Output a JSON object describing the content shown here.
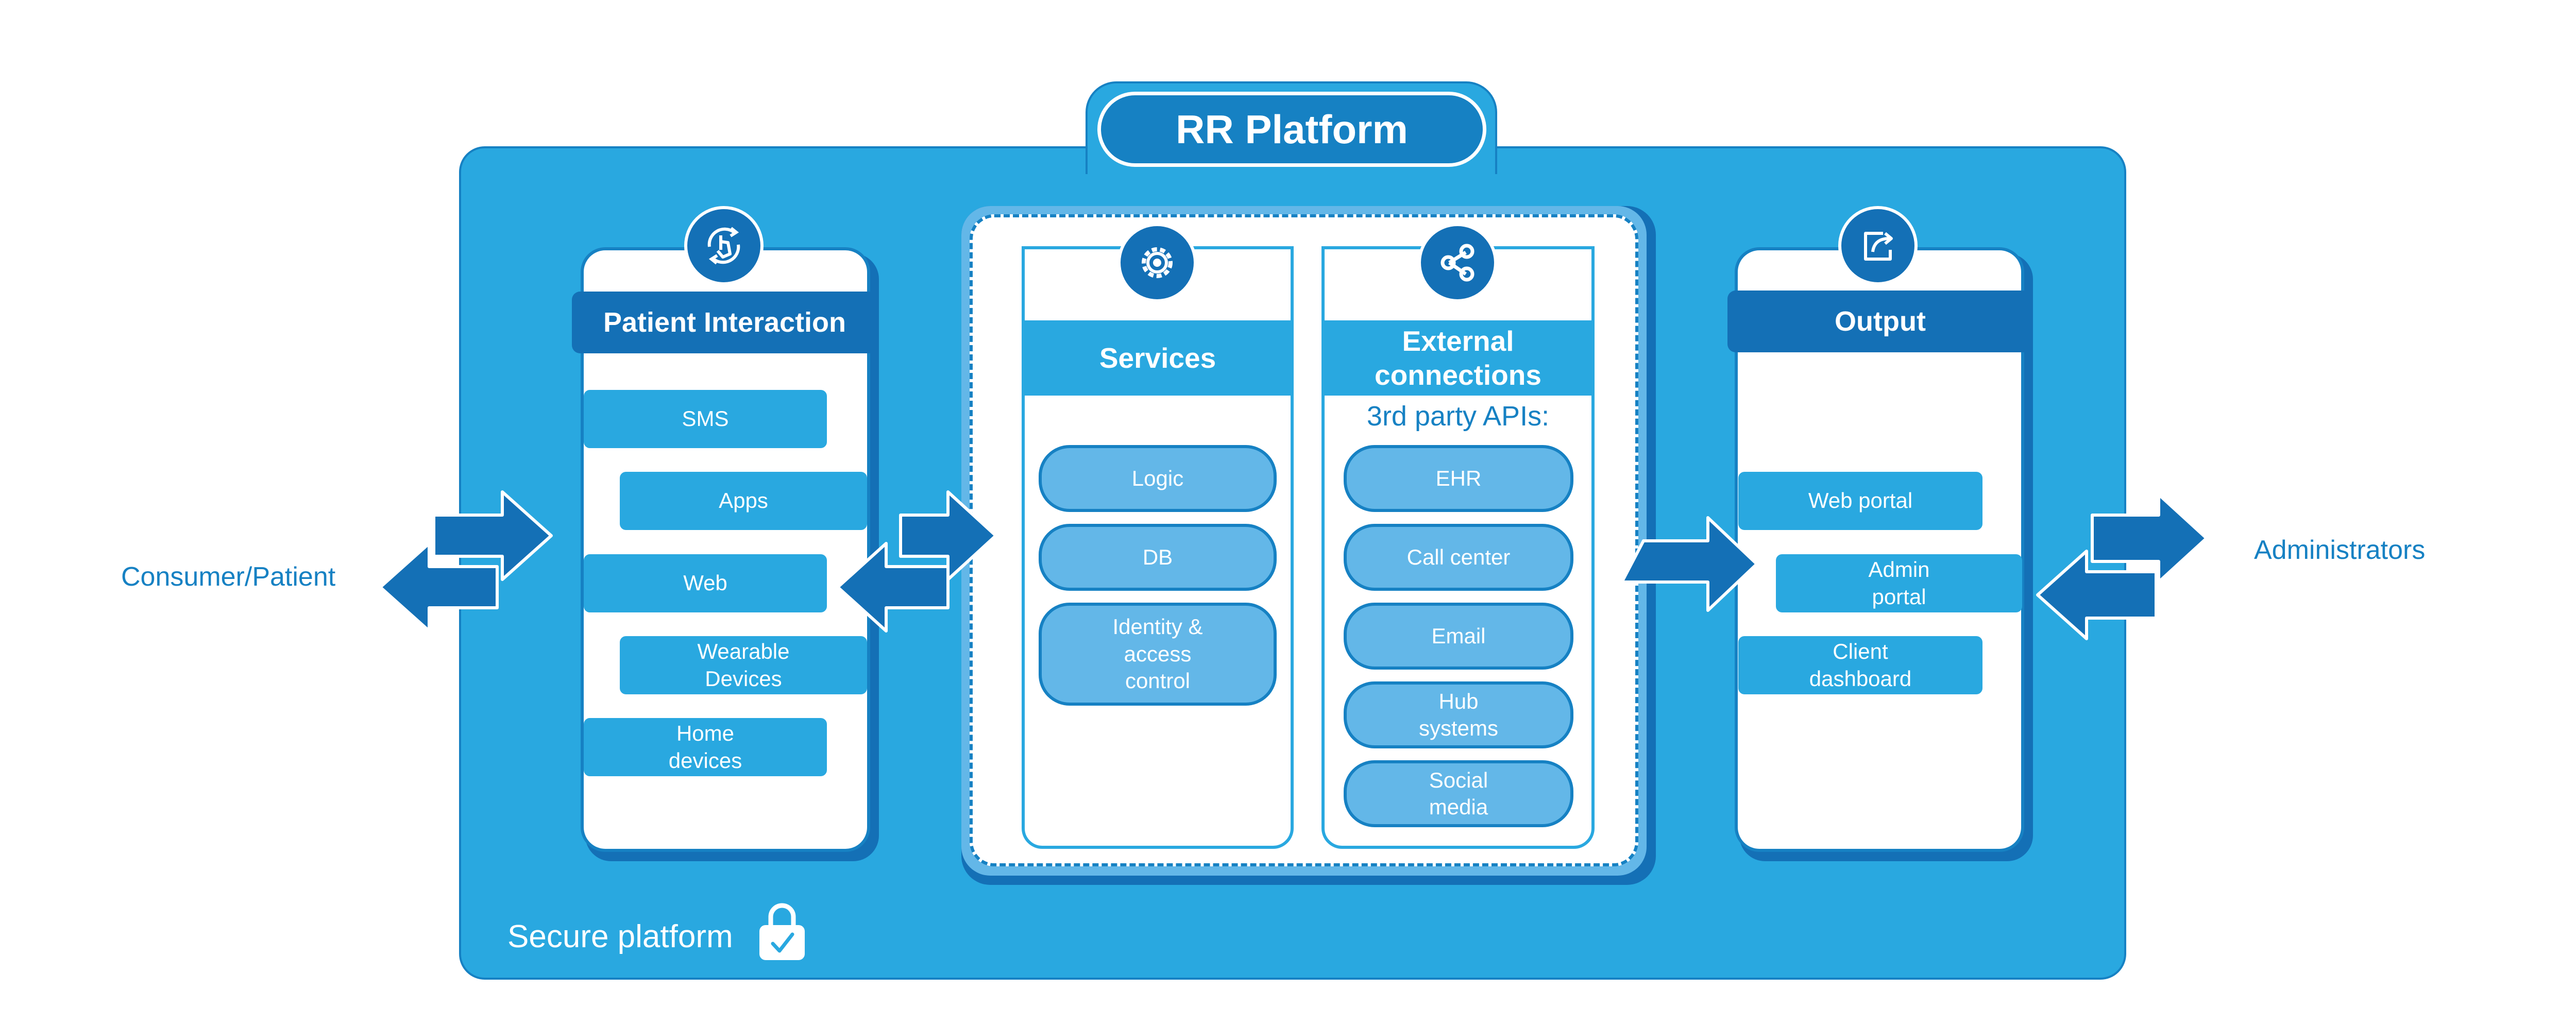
{
  "title": "RR Platform",
  "patient_interaction": {
    "heading": "Patient Interaction",
    "items": [
      "SMS",
      "Apps",
      "Web",
      "Wearable\nDevices",
      "Home\ndevices"
    ]
  },
  "services": {
    "heading": "Services",
    "items": [
      "Logic",
      "DB",
      "Identity &\naccess\ncontrol"
    ]
  },
  "external": {
    "heading": "External\nconnections",
    "subheading": "3rd party APIs:",
    "items": [
      "EHR",
      "Call center",
      "Email",
      "Hub\nsystems",
      "Social\nmedia"
    ]
  },
  "output": {
    "heading": "Output",
    "items": [
      "Web portal",
      "Admin\nportal",
      "Client\ndashboard"
    ]
  },
  "left_label": "Consumer/Patient",
  "right_label": "Administrators",
  "footer_label": "Secure platform",
  "icons": {
    "patient": "touch-refresh-icon",
    "services": "gear-icon",
    "external": "share-nodes-icon",
    "output": "export-icon",
    "secure": "padlock-check-icon"
  },
  "colors": {
    "platform_blue": "#29a8e0",
    "dark_blue": "#1470b6",
    "light_blue": "#63b7e8",
    "white": "#ffffff"
  }
}
